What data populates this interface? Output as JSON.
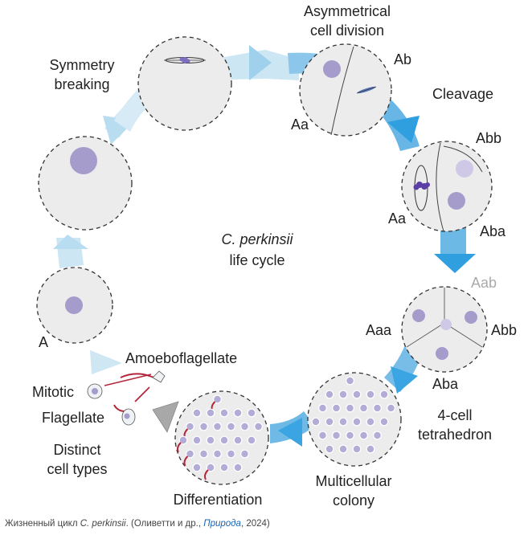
{
  "diagram": {
    "center_species": "C. perkinsii",
    "center_suffix": "life cycle",
    "stages": {
      "symmetry_breaking": [
        "Symmetry",
        "breaking"
      ],
      "asym_division": [
        "Asymmetrical",
        "cell division"
      ],
      "cleavage": "Cleavage",
      "tetrahedron": [
        "4-cell",
        "tetrahedron"
      ],
      "multicellular": [
        "Multicellular",
        "colony"
      ],
      "differentiation": "Differentiation",
      "distinct": [
        "Distinct",
        "cell types"
      ]
    },
    "cell_labels": {
      "A": "A",
      "Aa": "Aa",
      "Ab": "Ab",
      "Abb": "Abb",
      "Aa2": "Aa",
      "Aba": "Aba",
      "Aab": "Aab",
      "Aaa": "Aaa",
      "Abb2": "Abb",
      "Aba2": "Aba"
    },
    "cell_types": {
      "amoeboflagellate": "Amoeboflagellate",
      "mitotic": "Mitotic",
      "flagellate": "Flagellate"
    },
    "colors": {
      "arrow_dark": "#3fa8e0",
      "arrow_light": "#cfe7f4",
      "nucleus": "#a59ccc",
      "cell_fill": "#ececec",
      "flagella": "#b3263a"
    }
  },
  "caption": {
    "prefix": "Жизненный цикл ",
    "species": "C. perkinsii",
    "middle": ". (Оливетти и др., ",
    "journal": "Природа",
    "suffix": ", 2024)"
  }
}
